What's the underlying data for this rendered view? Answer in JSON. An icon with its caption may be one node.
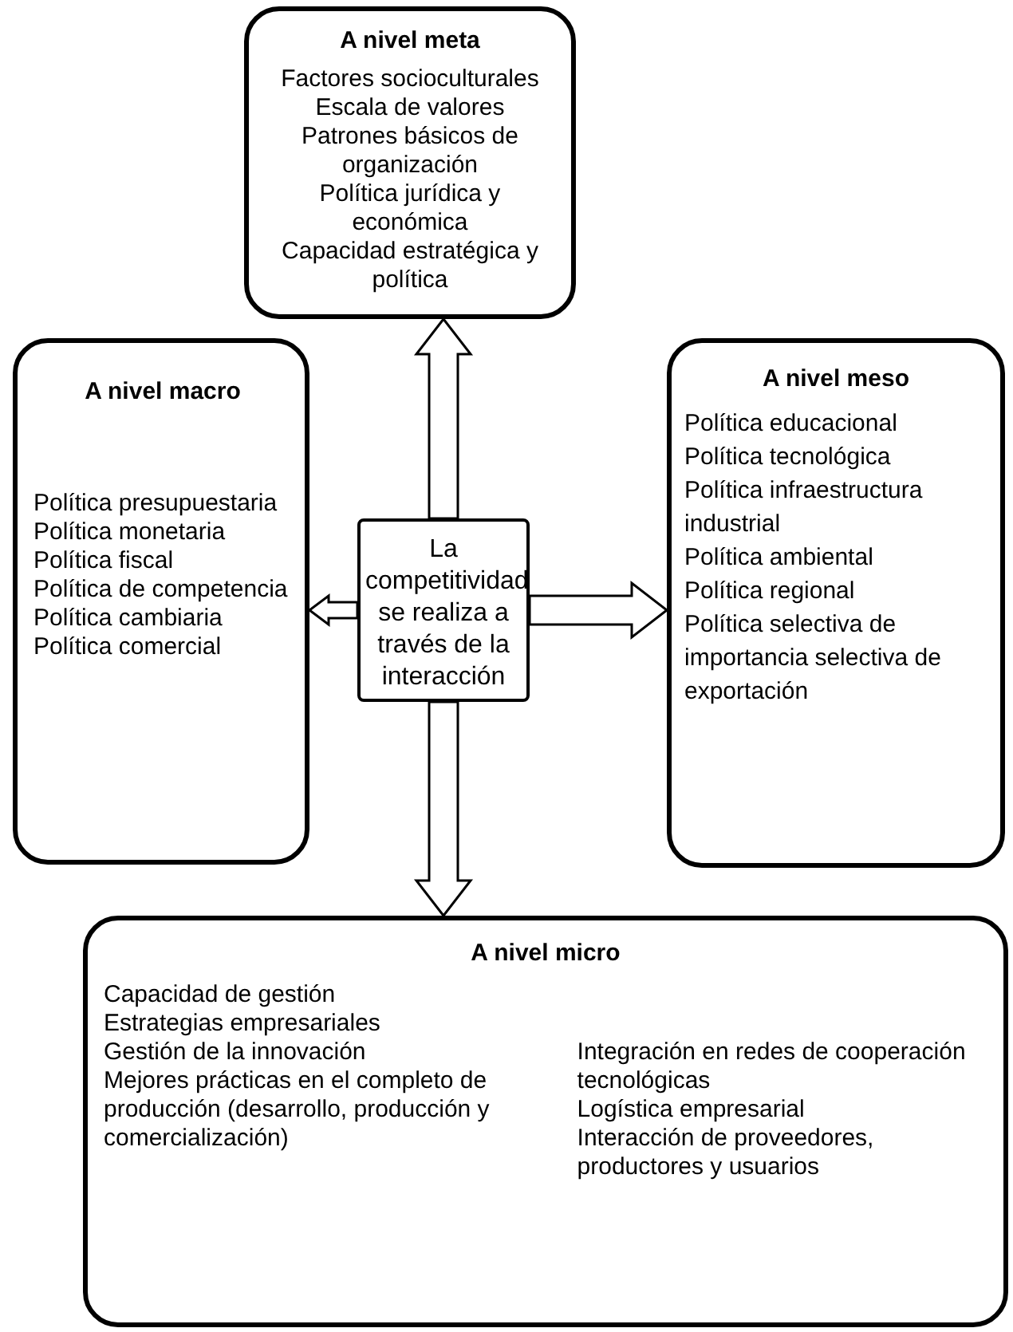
{
  "diagram": {
    "nodes": [
      {
        "text": [
          "A nivel meta",
          "Factores socioculturales",
          "Escala de valores",
          "Patrones básicos de organización",
          "Política jurídica y económica",
          "Capacidad estratégica y política"
        ]
      },
      {
        "text": [
          "A nivel macro",
          "Política presupuestaria",
          "Política monetaria",
          "Política fiscal",
          "Política de competencia",
          "Política cambiaria",
          "Política comercial"
        ]
      },
      {
        "text": [
          "La competitividad se realiza a través de la interacción"
        ]
      },
      {
        "text": [
          "A nivel meso",
          "Política educacional",
          "Política tecnológica",
          "Política infraestructura industrial",
          "Política ambiental",
          "Política regional",
          "Política selectiva de importancia selectiva de exportación"
        ]
      },
      {
        "text": [
          "A nivel micro",
          "Capacidad de gestión",
          "Estrategias empresariales",
          "Gestión de la innovación",
          "Mejores prácticas en el completo de producción (desarrollo, producción y comercialización)",
          "Integración en redes de cooperación tecnológicas",
          "Logística empresarial",
          "Interacción de proveedores, productores y usuarios"
        ]
      }
    ],
    "edges": [
      {
        "from": 2,
        "to": 0,
        "arrow": "to"
      },
      {
        "from": 2,
        "to": 1,
        "arrow": "to"
      },
      {
        "from": 2,
        "to": 3,
        "arrow": "to"
      },
      {
        "from": 2,
        "to": 4,
        "arrow": "to"
      }
    ]
  }
}
